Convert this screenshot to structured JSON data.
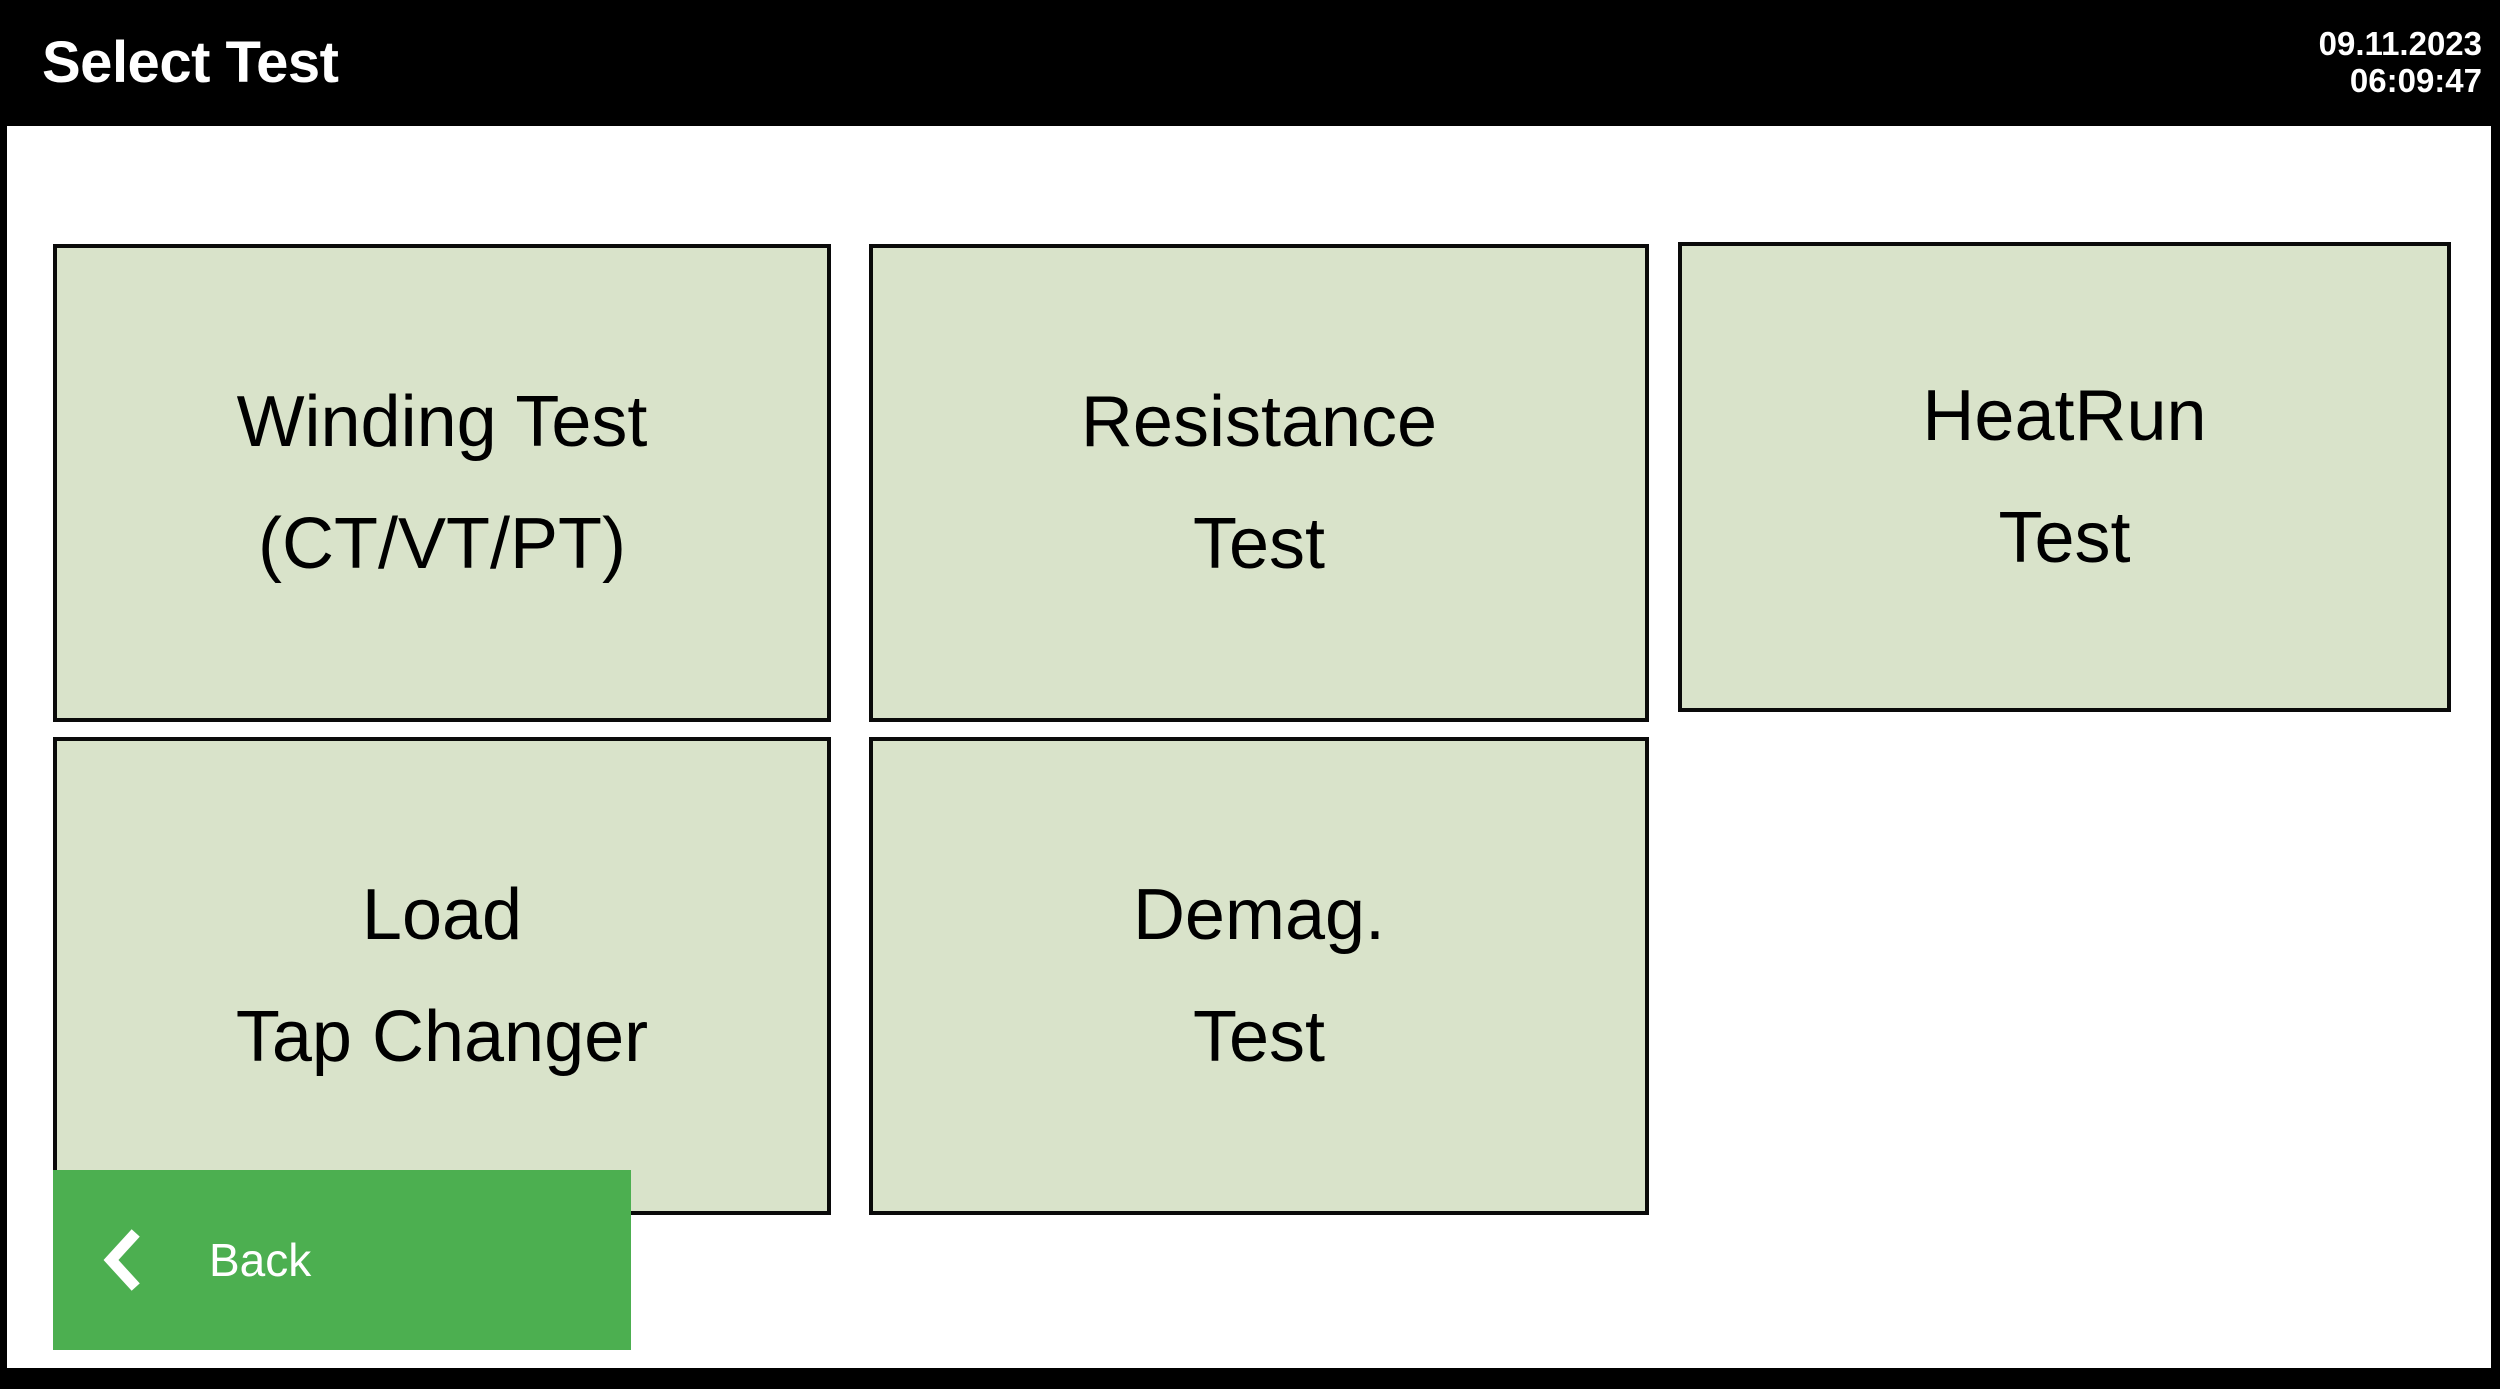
{
  "header": {
    "title": "Select Test",
    "date": "09.11.2023",
    "time": "06:09:47"
  },
  "colors": {
    "header_background": "#000000",
    "header_text": "#ffffff",
    "content_background": "#ffffff",
    "test_button_fill": "#d9e3ca",
    "test_button_border": "#0a0a0a",
    "test_button_text": "#000000",
    "back_button_fill": "#4caf50",
    "back_button_text": "#ffffff"
  },
  "main": {
    "test_buttons": [
      {
        "id": "winding-test",
        "line1": "Winding Test",
        "line2": "(CT/VT/PT)"
      },
      {
        "id": "resistance-test",
        "line1": "Resistance",
        "line2": "Test"
      },
      {
        "id": "heatrun-test",
        "line1": "HeatRun",
        "line2": "Test"
      },
      {
        "id": "load-tap-changer",
        "line1": "Load",
        "line2": "Tap Changer"
      },
      {
        "id": "demag-test",
        "line1": "Demag.",
        "line2": "Test"
      }
    ]
  },
  "footer": {
    "back_label": "Back",
    "back_icon": "chevron-left-icon"
  }
}
